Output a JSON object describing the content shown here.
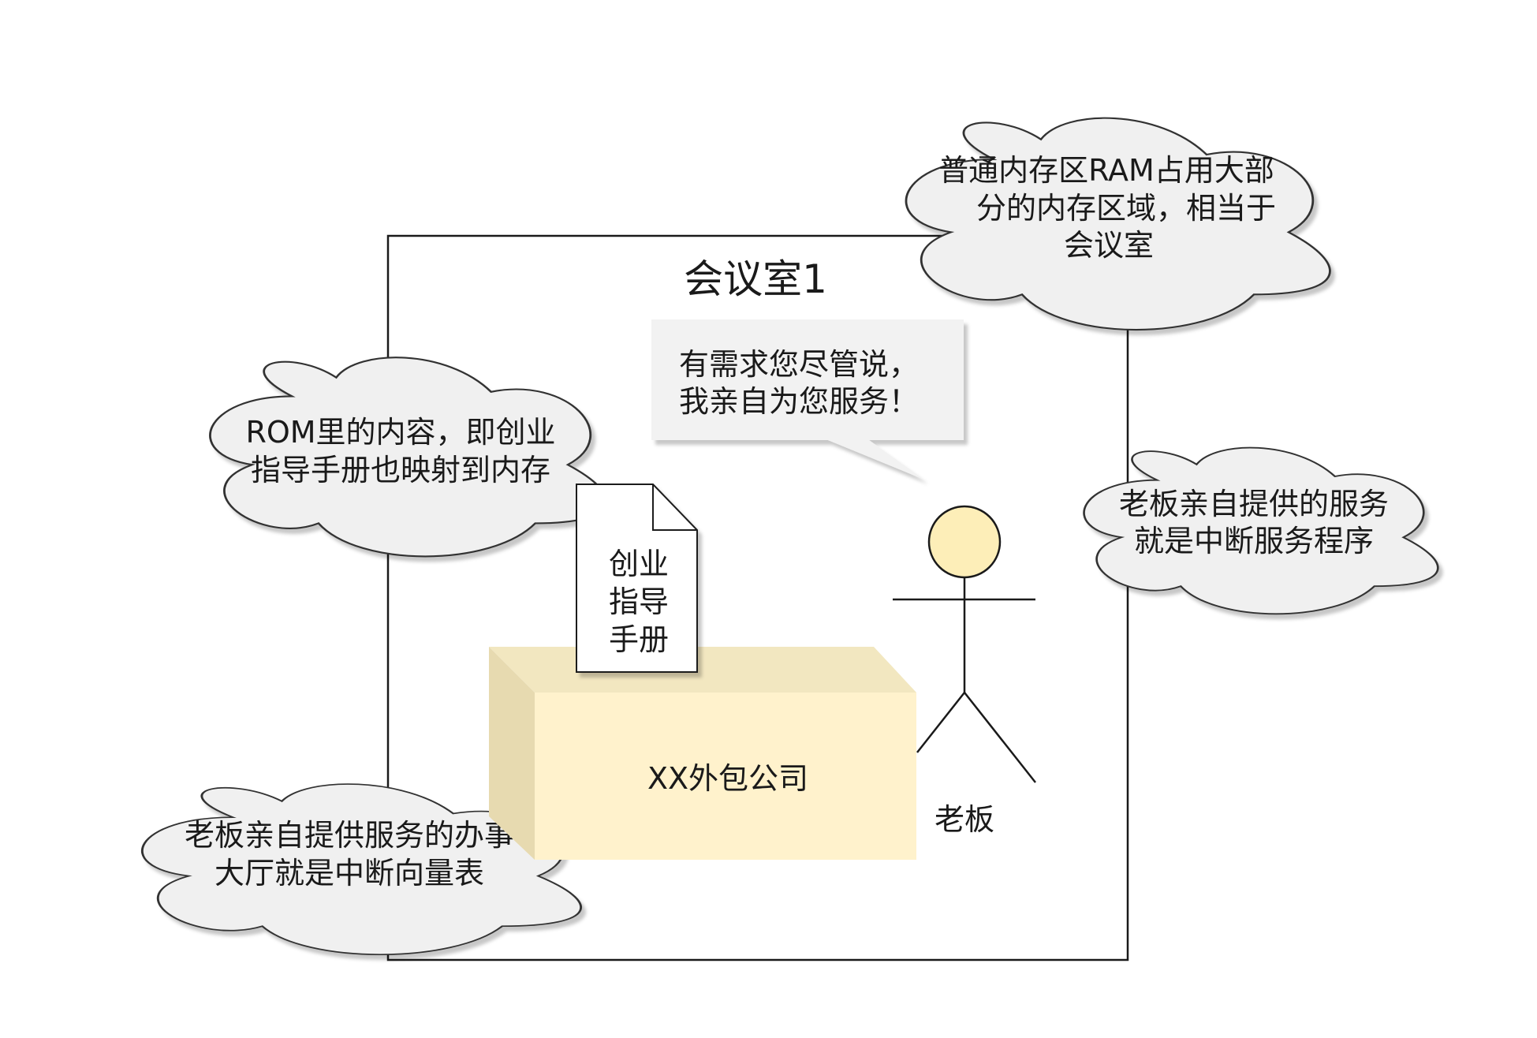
{
  "room": {
    "title": "会议室1"
  },
  "speech": {
    "lines": [
      "有需求您尽管说，",
      "我亲自为您服务！"
    ]
  },
  "manual": {
    "lines": [
      "创业",
      "指导",
      "手册"
    ]
  },
  "company": {
    "label": "XX外包公司"
  },
  "boss": {
    "label": "老板"
  },
  "clouds": {
    "ram": {
      "lines": [
        "普通内存区RAM占用大部",
        "分的内存区域，相当于",
        "会议室"
      ]
    },
    "rom": {
      "lines": [
        "ROM里的内容，即创业",
        "指导手册也映射到内存"
      ]
    },
    "isr": {
      "lines": [
        "老板亲自提供的服务",
        "就是中断服务程序"
      ]
    },
    "vector": {
      "lines": [
        "老板亲自提供服务的办事",
        "大厅就是中断向量表"
      ]
    }
  },
  "colors": {
    "cloud_fill": "#f0f0f0",
    "box_front": "#fff2cc",
    "box_side": "#efe3b8",
    "boss_head": "#fdeeb8",
    "stroke": "#1a1a1a"
  }
}
